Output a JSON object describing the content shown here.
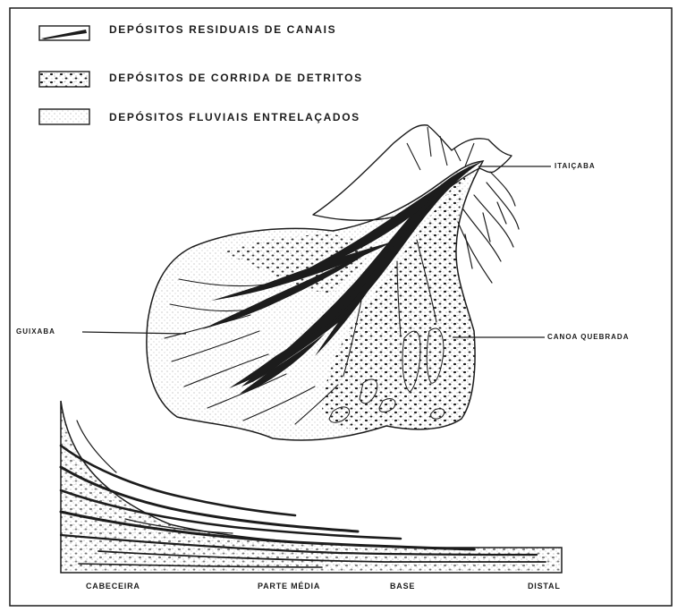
{
  "legend": {
    "items": [
      {
        "label": "DEPÓSITOS  RESIDUAIS  DE  CANAIS",
        "icon": "channel-residual-swatch"
      },
      {
        "label": "DEPÓSITOS  DE  CORRIDA  DE  DETRITOS",
        "icon": "debris-flow-swatch"
      },
      {
        "label": "DEPÓSITOS  FLUVIAIS  ENTRELAÇADOS",
        "icon": "braided-fluvial-swatch"
      }
    ]
  },
  "map_labels": {
    "itaicaba": "ITAIÇABA",
    "guixaba": "GUIXABA",
    "canoa_quebrada": "CANOA  QUEBRADA"
  },
  "profile_labels": {
    "cabeceira": "CABECEIRA",
    "parte_media": "PARTE  MÉDIA",
    "base": "BASE",
    "distal": "DISTAL"
  },
  "colors": {
    "ink": "#1c1c1c",
    "paper": "#ffffff",
    "speckle": "#8a8a8a"
  }
}
